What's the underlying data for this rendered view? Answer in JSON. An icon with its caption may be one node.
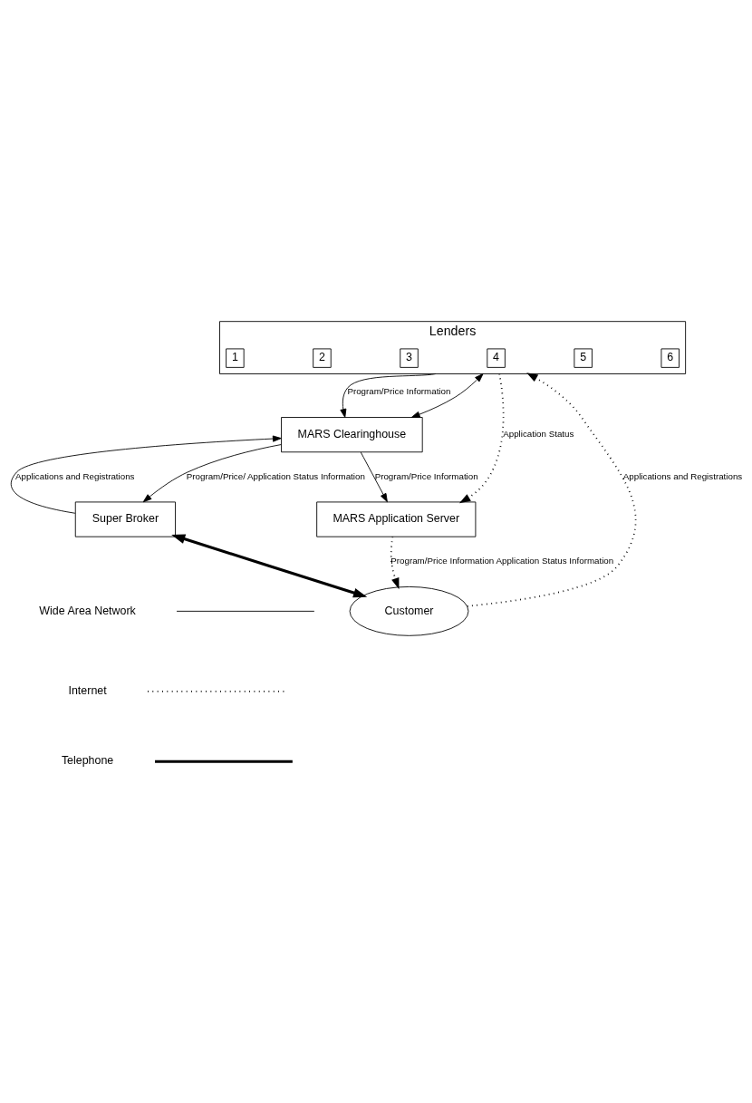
{
  "diagram": {
    "nodes": [
      {
        "text": [
          "Lenders"
        ]
      },
      {
        "text": [
          "1"
        ],
        "in": 0
      },
      {
        "text": [
          "2"
        ],
        "in": 0
      },
      {
        "text": [
          "3"
        ],
        "in": 0
      },
      {
        "text": [
          "4"
        ],
        "in": 0
      },
      {
        "text": [
          "5"
        ],
        "in": 0
      },
      {
        "text": [
          "6"
        ],
        "in": 0
      },
      {
        "text": [
          "MARS Clearinghouse"
        ]
      },
      {
        "text": [
          "MARS Application Server"
        ]
      },
      {
        "text": [
          "Customer"
        ]
      },
      {
        "text": [
          "Super Broker"
        ]
      }
    ],
    "edges": [
      {
        "from": 0,
        "to": 7,
        "arrow": "to",
        "label": "Program/Price Information"
      },
      {
        "from": 7,
        "to": 8,
        "arrow": "to",
        "label": "Program/Price Information"
      },
      {
        "from": 8,
        "to": 9,
        "arrow": "to",
        "label": "Program/Price Information Application Status Information",
        "style": "dashed"
      },
      {
        "from": 9,
        "to": 0,
        "arrow": "to",
        "label": "Applications and Registrations",
        "style": "dashed"
      },
      {
        "from": 0,
        "to": 8,
        "arrow": "to",
        "label": "Application Status",
        "style": "dashed"
      },
      {
        "from": 0,
        "to": 7,
        "arrow": "both"
      },
      {
        "from": 10,
        "to": 7,
        "arrow": "to",
        "label": "Applications and Registrations"
      },
      {
        "from": 7,
        "to": 10,
        "arrow": "to",
        "label": "Program/Price/ Application Status Information"
      },
      {
        "from": 10,
        "to": 9,
        "arrow": "both",
        "style": "thick"
      }
    ],
    "legend": [
      {
        "text": "Wide Area Network"
      },
      {
        "text": "Internet"
      },
      {
        "text": "Telephone"
      }
    ]
  }
}
